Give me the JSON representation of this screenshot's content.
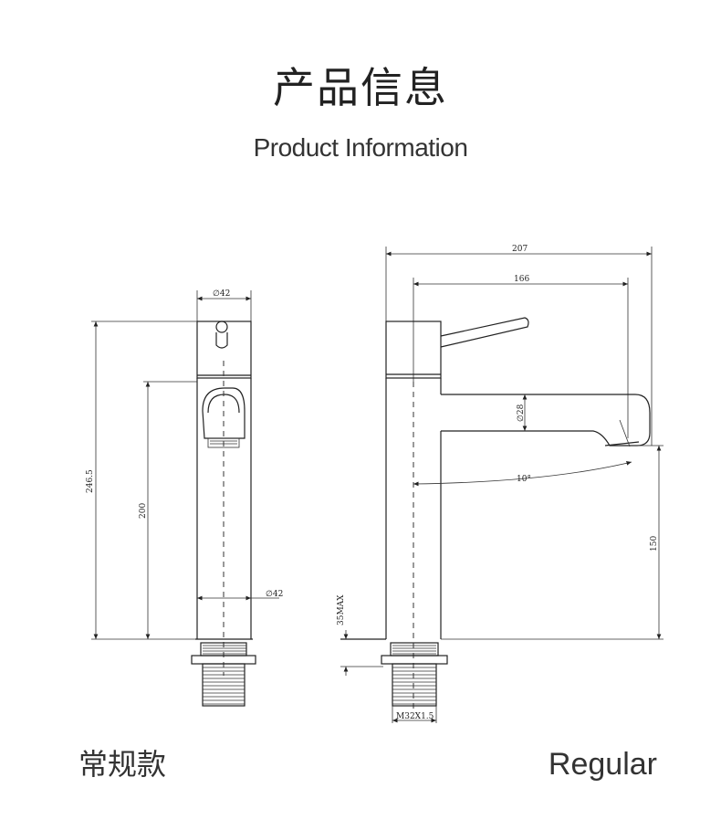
{
  "header": {
    "title_cn": "产品信息",
    "title_en": "Product Information"
  },
  "front_view": {
    "dims": {
      "top_diameter": "∅42",
      "base_diameter": "∅42",
      "total_height": "246.5",
      "body_height": "200"
    }
  },
  "side_view": {
    "dims": {
      "total_reach": "207",
      "spout_reach": "166",
      "outlet_diameter": "∅28",
      "angle": "10°",
      "outlet_height": "150",
      "max_deck": "35MAX",
      "thread": "M32X1.5"
    }
  },
  "footer": {
    "label_cn": "常规款",
    "label_en": "Regular"
  }
}
